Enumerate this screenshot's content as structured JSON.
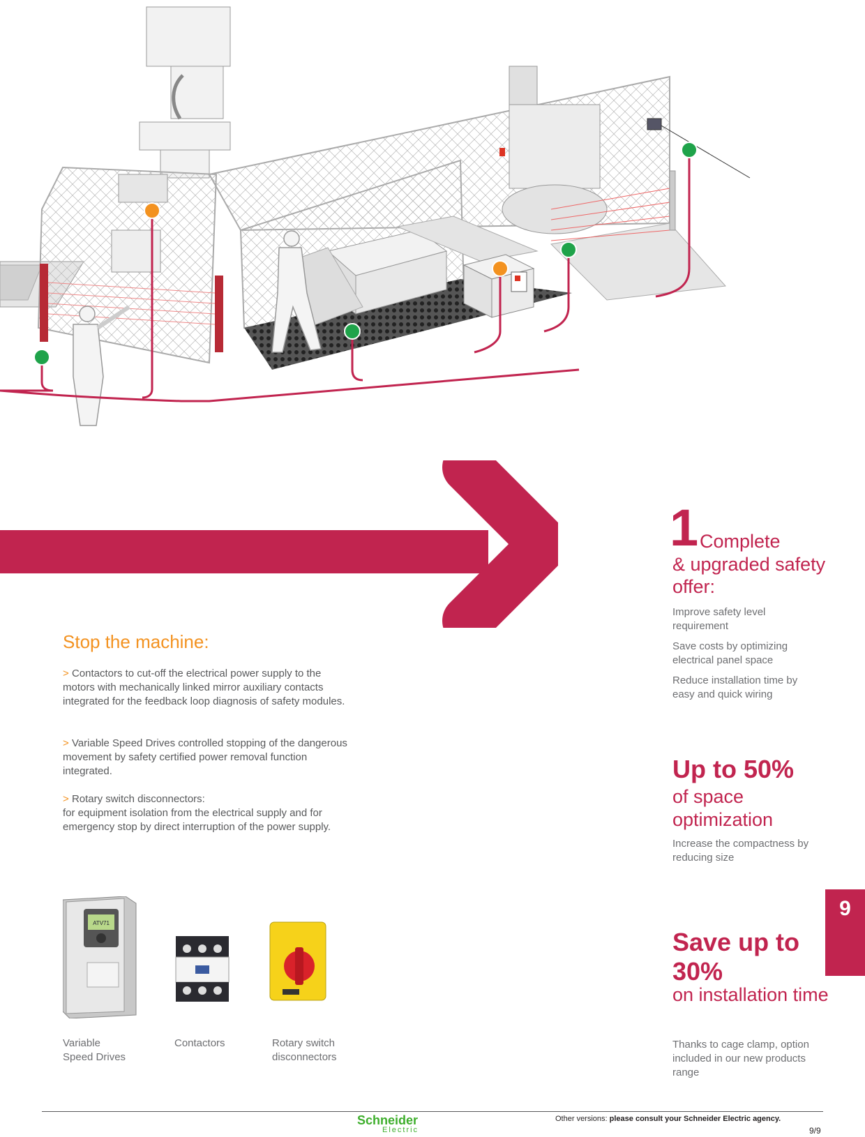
{
  "left": {
    "title": "Stop the machine:",
    "bullet_marker": ">",
    "bullets": [
      "Contactors to cut-off the electrical power supply to the motors with mechanically linked mirror auxiliary contacts integrated for the feedback loop diagnosis of safety modules.",
      "Variable Speed Drives controlled stopping of the dangerous movement by safety certified power removal function integrated.",
      "Rotary switch disconnectors:"
    ],
    "bullet3_rest": "for equipment isolation from the electrical supply and for emergency stop by direct interruption of the power supply."
  },
  "products": [
    {
      "line1": "Variable",
      "line2": "Speed Drives",
      "screen_text": "ATV71"
    },
    {
      "line1": "Contactors",
      "line2": ""
    },
    {
      "line1": "Rotary switch",
      "line2": "disconnectors"
    }
  ],
  "right": {
    "block1": {
      "number": "1",
      "line1": "Complete",
      "line2": "& upgraded safety offer:",
      "features": [
        "Improve safety level requirement",
        "Save costs by optimizing electrical panel space",
        "Reduce installation time by easy and quick wiring"
      ]
    },
    "block2": {
      "big": "Up to 50%",
      "mid": "of space optimization",
      "desc": "Increase the compactness by reducing size"
    },
    "block3": {
      "big": "Save up to 30%",
      "mid": "on installation time",
      "desc": "Thanks to cage clamp, option included in our new products range"
    }
  },
  "page_tab": "9",
  "footer": {
    "logo": "Schneider",
    "logo_sub": "Electric",
    "other_prefix": "Other versions:",
    "other_bold": "please consult your Schneider Electric agency.",
    "page_number": "9/9"
  },
  "colors": {
    "accent": "#c1244f",
    "orange": "#f39220",
    "green": "#1fa34a"
  }
}
